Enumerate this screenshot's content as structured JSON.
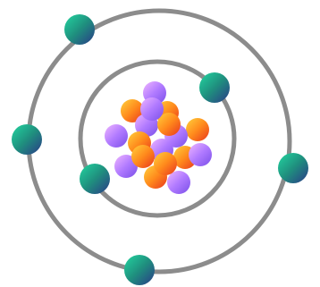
{
  "diagram": {
    "type": "atom-model",
    "orbit_color": "#8c8c8c",
    "electron": {
      "colors": [
        "#23d6a0",
        "#1f8f7e",
        "#2a3a88"
      ]
    },
    "nucleus": {
      "proton_colors": [
        "#ffd23c",
        "#ff8a1c",
        "#e8361e"
      ],
      "neutron_colors": [
        "#f0b6ff",
        "#b07aff",
        "#7a4fe8"
      ],
      "particle_count": 18
    },
    "shells": [
      {
        "electron_count": 2
      },
      {
        "electron_count": 4
      }
    ]
  }
}
